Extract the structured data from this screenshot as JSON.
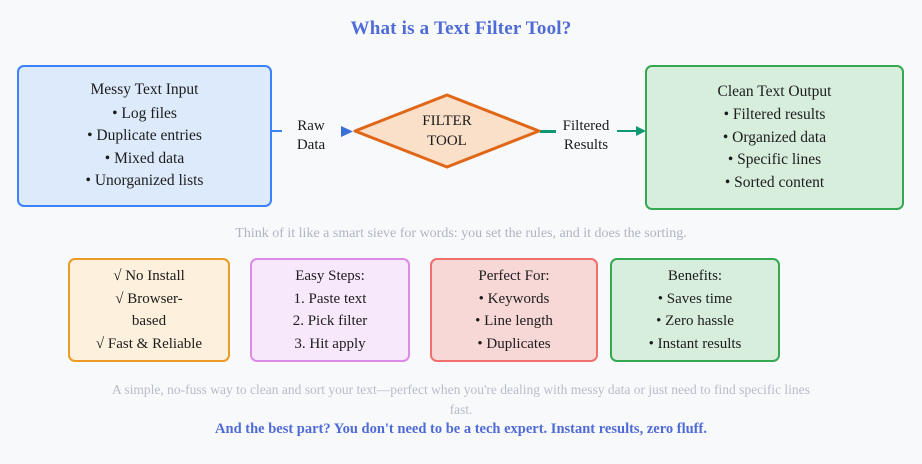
{
  "page": {
    "title": "What is a Text Filter Tool?",
    "background_color": "#f8f9fb",
    "title_color": "#4f6bd8"
  },
  "flow": {
    "input_box": {
      "heading": "Messy Text Input",
      "items": [
        "• Log files",
        "• Duplicate entries",
        "• Mixed data",
        "• Unorganized lists"
      ],
      "border_color": "#3b82f6",
      "fill_color": "#dceafb"
    },
    "process": {
      "line1": "FILTER",
      "line2": "TOOL",
      "shape": "diamond",
      "border_color": "#e06718",
      "fill_color": "#fadfc9"
    },
    "output_box": {
      "heading": "Clean Text Output",
      "items": [
        "• Filtered results",
        "• Organized data",
        "• Specific lines",
        "• Sorted content"
      ],
      "border_color": "#36a852",
      "fill_color": "#d8eedd"
    },
    "connector_in": {
      "label_line1": "Raw",
      "label_line2": "Data",
      "color": "#3b6fd8"
    },
    "connector_out": {
      "label_line1": "Filtered",
      "label_line2": "Results",
      "color": "#0f9672"
    }
  },
  "sieve_caption": "Think of it like a smart sieve for words: you set the rules, and it does the sorting.",
  "cards": [
    {
      "name": "no-install",
      "lines": [
        "√ No Install",
        "√ Browser-",
        "based",
        "√ Fast & Reliable"
      ],
      "border_color": "#eb9b26",
      "fill_color": "#fdf0dc"
    },
    {
      "name": "easy-steps",
      "lines": [
        "Easy Steps:",
        "1. Paste text",
        "2. Pick filter",
        "3. Hit apply"
      ],
      "border_color": "#dd8ae8",
      "fill_color": "#f8e8fb"
    },
    {
      "name": "perfect-for",
      "lines": [
        "Perfect For:",
        "• Keywords",
        "• Line length",
        "• Duplicates"
      ],
      "border_color": "#f0706e",
      "fill_color": "#f8d7d7"
    },
    {
      "name": "benefits",
      "lines": [
        "Benefits:",
        "• Saves time",
        "• Zero hassle",
        "• Instant results"
      ],
      "border_color": "#36a852",
      "fill_color": "#d8eedd"
    }
  ],
  "footer": {
    "note": "A simple, no-fuss way to clean and sort your text—perfect when you're dealing with messy data or just need to find specific lines fast.",
    "highlight": "And the best part? You don't need to be a tech expert. Instant results, zero fluff.",
    "note_color": "#b7bcc9",
    "highlight_color": "#4f6bd8"
  }
}
